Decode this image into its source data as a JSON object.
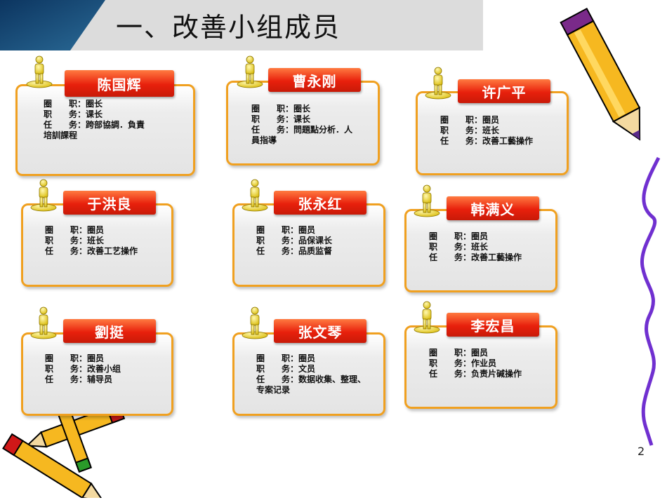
{
  "title": "一、改善小组成员",
  "page_number": "2",
  "members": [
    {
      "name": "陈国辉",
      "lines": [
        {
          "label": "圈　　职：",
          "value": "圈长"
        },
        {
          "label": "职　　务：",
          "value": "课长"
        },
        {
          "label": "任　　务：",
          "value": "跨部協調．負責"
        },
        {
          "label": "",
          "value": "培訓課程"
        }
      ]
    },
    {
      "name": "曹永刚",
      "lines": [
        {
          "label": "圈　　职：",
          "value": "圈长"
        },
        {
          "label": "职　　务：",
          "value": "课长"
        },
        {
          "label": "任　　务：",
          "value": "問題點分析．人"
        },
        {
          "label": "",
          "value": "員指導"
        }
      ]
    },
    {
      "name": "许广平",
      "lines": [
        {
          "label": "圈　　职：",
          "value": "圈员"
        },
        {
          "label": "职　　务：",
          "value": "班长"
        },
        {
          "label": "任　　务：",
          "value": "改善工藝操作"
        }
      ]
    },
    {
      "name": "于洪良",
      "lines": [
        {
          "label": "圈　　职：",
          "value": "圈员"
        },
        {
          "label": "职　　务：",
          "value": "班长"
        },
        {
          "label": "任　　务：",
          "value": "改善工艺操作"
        }
      ]
    },
    {
      "name": "张永红",
      "lines": [
        {
          "label": "圈　　职：",
          "value": "圈员"
        },
        {
          "label": "职　　务：",
          "value": "品保课长"
        },
        {
          "label": "任　　务：",
          "value": "品质监督"
        }
      ]
    },
    {
      "name": "韩满义",
      "lines": [
        {
          "label": "圈　　职：",
          "value": "圈员"
        },
        {
          "label": "职　　务：",
          "value": "班长"
        },
        {
          "label": "任　　务：",
          "value": "改善工藝操作"
        }
      ]
    },
    {
      "name": "劉挺",
      "lines": [
        {
          "label": "圈　　职：",
          "value": "圈员"
        },
        {
          "label": "职　　务：",
          "value": "改善小组"
        },
        {
          "label": "任　　务：",
          "value": "辅导员"
        }
      ]
    },
    {
      "name": "张文琴",
      "lines": [
        {
          "label": "圈　　职：",
          "value": "圈员"
        },
        {
          "label": "职　　务：",
          "value": "文员"
        },
        {
          "label": "任　　务：",
          "value": "数据收集、整理、"
        },
        {
          "label": "",
          "value": "专案记录"
        }
      ]
    },
    {
      "name": "李宏昌",
      "lines": [
        {
          "label": "圈　　职：",
          "value": "圈员"
        },
        {
          "label": "职　　务：",
          "value": "作业员"
        },
        {
          "label": "任　　务：",
          "value": "负责片碱操作"
        }
      ]
    }
  ],
  "colors": {
    "card_border": "#f0a020",
    "name_bg": "#e8200c",
    "header_tab": "#1a4a7a",
    "person": "#f2e040"
  },
  "icons": {
    "person": "person-figure-icon",
    "pencil": "pencil-icon"
  }
}
